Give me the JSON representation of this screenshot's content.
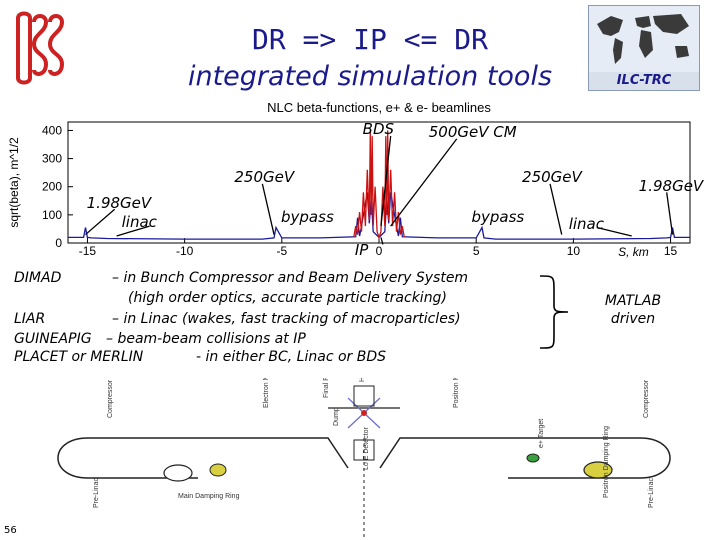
{
  "title": {
    "line1": "DR => IP <= DR",
    "line2": "integrated simulation tools"
  },
  "badge": {
    "label": "ILC-TRC",
    "icon": "world-map-icon"
  },
  "logo": {
    "icon": "lab-logo-icon",
    "color": "#cc2222"
  },
  "chart_data": {
    "type": "line",
    "title": "NLC beta-functions, e+ & e- beamlines",
    "ylabel": "sqrt(beta), m^1/2",
    "xlabel": "S, km",
    "xlim": [
      -16,
      16
    ],
    "ylim": [
      0,
      430
    ],
    "yticks": [
      "0",
      "100",
      "200",
      "300",
      "400"
    ],
    "xticks": [
      "-15",
      "-10",
      "-5",
      "0",
      "5",
      "10",
      "15"
    ],
    "series": [
      {
        "color": "#1a1aa0",
        "x": [
          -16,
          -15.2,
          -15.1,
          -15,
          -14.8,
          -14,
          -10,
          -9,
          -6,
          -5.4,
          -5.3,
          -5,
          -3,
          -1.2,
          -1.1,
          -1,
          -0.9,
          -0.6,
          -0.5,
          -0.4,
          -0.3,
          0,
          0.3,
          0.4,
          0.5,
          0.6,
          0.9,
          1,
          1.1,
          1.2,
          3,
          5,
          5.3,
          5.4,
          6,
          9,
          10,
          14,
          14.8,
          15,
          15.1,
          15.2,
          16
        ],
        "y": [
          20,
          20,
          55,
          20,
          18,
          16,
          14,
          14,
          14,
          18,
          55,
          18,
          18,
          22,
          90,
          25,
          60,
          180,
          70,
          160,
          40,
          20,
          40,
          160,
          70,
          180,
          60,
          25,
          90,
          22,
          18,
          18,
          55,
          18,
          14,
          14,
          14,
          16,
          18,
          20,
          55,
          20,
          20
        ]
      },
      {
        "color": "#cc1111",
        "x": [
          -1.3,
          -1.2,
          -1.1,
          -1.0,
          -0.9,
          -0.8,
          -0.7,
          -0.6,
          -0.5,
          -0.45,
          -0.4,
          -0.35,
          -0.3,
          -0.2,
          -0.1,
          0,
          0.1,
          0.2,
          0.3,
          0.35,
          0.4,
          0.45,
          0.5,
          0.6,
          0.7,
          0.8,
          0.9,
          1.0,
          1.1,
          1.2,
          1.3
        ],
        "y": [
          20,
          60,
          30,
          110,
          40,
          180,
          60,
          260,
          80,
          400,
          100,
          380,
          60,
          200,
          40,
          20,
          40,
          200,
          60,
          380,
          100,
          400,
          80,
          260,
          60,
          180,
          40,
          110,
          30,
          60,
          20
        ]
      }
    ],
    "annotations": [
      {
        "text": "BDS",
        "x": 0.6,
        "y": 400
      },
      {
        "text": "500GeV CM",
        "x": 4,
        "y": 390
      },
      {
        "text": "250GeV",
        "x": -6,
        "y": 230
      },
      {
        "text": "250GeV",
        "x": 8.8,
        "y": 230
      },
      {
        "text": "1.98GeV",
        "x": -13.6,
        "y": 140
      },
      {
        "text": "1.98GeV",
        "x": 14.8,
        "y": 200
      },
      {
        "text": "linac",
        "x": -11.8,
        "y": 70
      },
      {
        "text": "linac",
        "x": 11.2,
        "y": 65
      },
      {
        "text": "bypass",
        "x": -3.6,
        "y": 90
      },
      {
        "text": "bypass",
        "x": 6.2,
        "y": 90
      },
      {
        "text": "IP",
        "x": 0.2,
        "y": -30
      }
    ]
  },
  "tools": [
    {
      "name": "DIMAD",
      "desc": "– in Bunch Compressor and Beam Delivery System"
    },
    {
      "name": "",
      "desc": "(high order optics, accurate particle tracking)"
    },
    {
      "name": "LIAR",
      "desc": "– in Linac (wakes, fast tracking of macroparticles)"
    },
    {
      "name": "GUINEAPIG",
      "desc": "– beam-beam collisions at IP"
    },
    {
      "name": "PLACET or MERLIN",
      "desc": "- in either BC, Linac or BDS"
    }
  ],
  "side_note": {
    "line1": "MATLAB",
    "line2": "driven"
  },
  "layout_diagram": {
    "labels": [
      "Main Damping Ring",
      "Compressor",
      "Pre-Linac",
      "Electron Main Linac",
      "Positron Main Linac",
      "Final Focus",
      "Dump",
      "Hi E Detector",
      "Lo E Detector",
      "e+ Target",
      "Positron Damping Ring",
      "Compressor",
      "Pre-Linac"
    ]
  },
  "page_number": "56"
}
